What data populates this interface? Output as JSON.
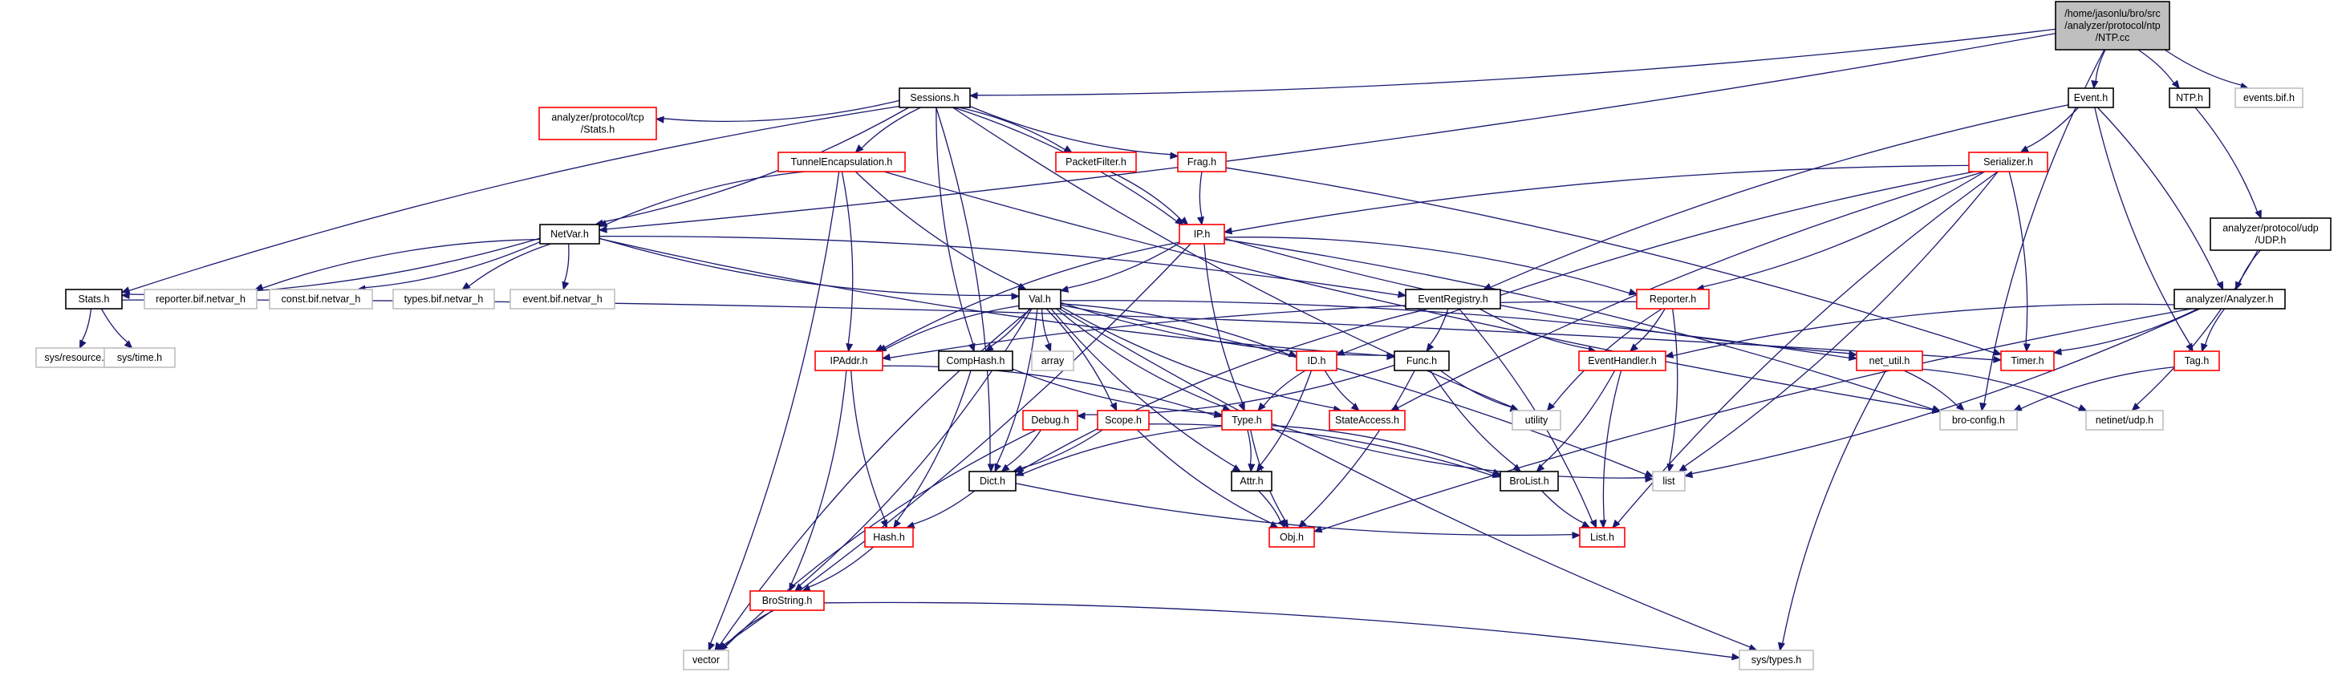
{
  "colors": {
    "edge": "#191970",
    "root_fill": "#bfbfbf",
    "root_border": "#000000",
    "normal_border": "#000000",
    "incomplete_border": "#ff0000",
    "system_border": "#bfbfbf",
    "node_fill": "#ffffff"
  },
  "nodes": [
    {
      "id": "ntp_cc",
      "kind": "root",
      "lines": [
        "/home/jasonlu/bro/src",
        "/analyzer/protocol/ntp",
        "/NTP.cc"
      ]
    },
    {
      "id": "sessions_h",
      "kind": "normal",
      "lines": [
        "Sessions.h"
      ]
    },
    {
      "id": "event_h",
      "kind": "normal",
      "lines": [
        "Event.h"
      ]
    },
    {
      "id": "ntp_h",
      "kind": "normal",
      "lines": [
        "NTP.h"
      ]
    },
    {
      "id": "events_bif_h",
      "kind": "system",
      "lines": [
        "events.bif.h"
      ]
    },
    {
      "id": "tcp_stats_h",
      "kind": "incomplete",
      "lines": [
        "analyzer/protocol/tcp",
        "/Stats.h"
      ]
    },
    {
      "id": "tunnelencap_h",
      "kind": "incomplete",
      "lines": [
        "TunnelEncapsulation.h"
      ]
    },
    {
      "id": "packetfilter_h",
      "kind": "incomplete",
      "lines": [
        "PacketFilter.h"
      ]
    },
    {
      "id": "frag_h",
      "kind": "incomplete",
      "lines": [
        "Frag.h"
      ]
    },
    {
      "id": "serializer_h",
      "kind": "incomplete",
      "lines": [
        "Serializer.h"
      ]
    },
    {
      "id": "udp_h",
      "kind": "normal",
      "lines": [
        "analyzer/protocol/udp",
        "/UDP.h"
      ]
    },
    {
      "id": "netvar_h",
      "kind": "normal",
      "lines": [
        "NetVar.h"
      ]
    },
    {
      "id": "ip_h",
      "kind": "incomplete",
      "lines": [
        "IP.h"
      ]
    },
    {
      "id": "analyzer_h",
      "kind": "normal",
      "lines": [
        "analyzer/Analyzer.h"
      ]
    },
    {
      "id": "stats_h",
      "kind": "normal",
      "lines": [
        "Stats.h"
      ]
    },
    {
      "id": "reporter_bif_h",
      "kind": "system",
      "lines": [
        "reporter.bif.netvar_h"
      ]
    },
    {
      "id": "const_bif_h",
      "kind": "system",
      "lines": [
        "const.bif.netvar_h"
      ]
    },
    {
      "id": "types_bif_h",
      "kind": "system",
      "lines": [
        "types.bif.netvar_h"
      ]
    },
    {
      "id": "event_bif_h",
      "kind": "system",
      "lines": [
        "event.bif.netvar_h"
      ]
    },
    {
      "id": "val_h",
      "kind": "normal",
      "lines": [
        "Val.h"
      ]
    },
    {
      "id": "eventregistry_h",
      "kind": "normal",
      "lines": [
        "EventRegistry.h"
      ]
    },
    {
      "id": "reporter_h",
      "kind": "incomplete",
      "lines": [
        "Reporter.h"
      ]
    },
    {
      "id": "sys_resource_h",
      "kind": "system",
      "lines": [
        "sys/resource.h"
      ]
    },
    {
      "id": "sys_time_h",
      "kind": "system",
      "lines": [
        "sys/time.h"
      ]
    },
    {
      "id": "ipaddr_h",
      "kind": "incomplete",
      "lines": [
        "IPAddr.h"
      ]
    },
    {
      "id": "comphash_h",
      "kind": "normal",
      "lines": [
        "CompHash.h"
      ]
    },
    {
      "id": "array",
      "kind": "system",
      "lines": [
        "array"
      ]
    },
    {
      "id": "id_h",
      "kind": "incomplete",
      "lines": [
        "ID.h"
      ]
    },
    {
      "id": "func_h",
      "kind": "normal",
      "lines": [
        "Func.h"
      ]
    },
    {
      "id": "eventhandler_h",
      "kind": "incomplete",
      "lines": [
        "EventHandler.h"
      ]
    },
    {
      "id": "timer_h",
      "kind": "incomplete",
      "lines": [
        "Timer.h"
      ]
    },
    {
      "id": "net_util_h",
      "kind": "incomplete",
      "lines": [
        "net_util.h"
      ]
    },
    {
      "id": "tag_h",
      "kind": "incomplete",
      "lines": [
        "Tag.h"
      ]
    },
    {
      "id": "debug_h",
      "kind": "incomplete",
      "lines": [
        "Debug.h"
      ]
    },
    {
      "id": "scope_h",
      "kind": "incomplete",
      "lines": [
        "Scope.h"
      ]
    },
    {
      "id": "type_h",
      "kind": "incomplete",
      "lines": [
        "Type.h"
      ]
    },
    {
      "id": "stateaccess_h",
      "kind": "incomplete",
      "lines": [
        "StateAccess.h"
      ]
    },
    {
      "id": "utility",
      "kind": "system",
      "lines": [
        "utility"
      ]
    },
    {
      "id": "bro_config_h",
      "kind": "system",
      "lines": [
        "bro-config.h"
      ]
    },
    {
      "id": "netinet_udp_h",
      "kind": "system",
      "lines": [
        "netinet/udp.h"
      ]
    },
    {
      "id": "dict_h",
      "kind": "normal",
      "lines": [
        "Dict.h"
      ]
    },
    {
      "id": "attr_h",
      "kind": "normal",
      "lines": [
        "Attr.h"
      ]
    },
    {
      "id": "brolist_h",
      "kind": "normal",
      "lines": [
        "BroList.h"
      ]
    },
    {
      "id": "list",
      "kind": "system",
      "lines": [
        "list"
      ]
    },
    {
      "id": "hash_h",
      "kind": "incomplete",
      "lines": [
        "Hash.h"
      ]
    },
    {
      "id": "obj_h",
      "kind": "incomplete",
      "lines": [
        "Obj.h"
      ]
    },
    {
      "id": "list_h",
      "kind": "incomplete",
      "lines": [
        "List.h"
      ]
    },
    {
      "id": "brostring_h",
      "kind": "incomplete",
      "lines": [
        "BroString.h"
      ]
    },
    {
      "id": "vector",
      "kind": "system",
      "lines": [
        "vector"
      ]
    },
    {
      "id": "sys_types_h",
      "kind": "system",
      "lines": [
        "sys/types.h"
      ]
    }
  ],
  "edges": [
    [
      "ntp_cc",
      "sessions_h"
    ],
    [
      "ntp_cc",
      "event_h"
    ],
    [
      "ntp_cc",
      "ntp_h"
    ],
    [
      "ntp_cc",
      "events_bif_h"
    ],
    [
      "ntp_cc",
      "netvar_h"
    ],
    [
      "ntp_cc",
      "bro_config_h"
    ],
    [
      "sessions_h",
      "tcp_stats_h"
    ],
    [
      "sessions_h",
      "tunnelencap_h"
    ],
    [
      "sessions_h",
      "packetfilter_h"
    ],
    [
      "sessions_h",
      "frag_h"
    ],
    [
      "sessions_h",
      "netvar_h"
    ],
    [
      "sessions_h",
      "stats_h"
    ],
    [
      "sessions_h",
      "ip_h"
    ],
    [
      "sessions_h",
      "comphash_h"
    ],
    [
      "sessions_h",
      "dict_h"
    ],
    [
      "sessions_h",
      "utility"
    ],
    [
      "event_h",
      "serializer_h"
    ],
    [
      "event_h",
      "eventregistry_h"
    ],
    [
      "event_h",
      "analyzer_h"
    ],
    [
      "event_h",
      "tag_h"
    ],
    [
      "ntp_h",
      "udp_h"
    ],
    [
      "udp_h",
      "analyzer_h"
    ],
    [
      "udp_h",
      "netinet_udp_h"
    ],
    [
      "tunnelencap_h",
      "netvar_h"
    ],
    [
      "tunnelencap_h",
      "ipaddr_h"
    ],
    [
      "tunnelencap_h",
      "val_h"
    ],
    [
      "tunnelencap_h",
      "vector"
    ],
    [
      "tunnelencap_h",
      "bro_config_h"
    ],
    [
      "packetfilter_h",
      "ip_h"
    ],
    [
      "frag_h",
      "ip_h"
    ],
    [
      "frag_h",
      "timer_h"
    ],
    [
      "serializer_h",
      "ip_h"
    ],
    [
      "serializer_h",
      "reporter_h"
    ],
    [
      "serializer_h",
      "id_h"
    ],
    [
      "serializer_h",
      "timer_h"
    ],
    [
      "serializer_h",
      "stateaccess_h"
    ],
    [
      "serializer_h",
      "list"
    ],
    [
      "serializer_h",
      "list_h"
    ],
    [
      "netvar_h",
      "stats_h"
    ],
    [
      "netvar_h",
      "reporter_bif_h"
    ],
    [
      "netvar_h",
      "const_bif_h"
    ],
    [
      "netvar_h",
      "types_bif_h"
    ],
    [
      "netvar_h",
      "event_bif_h"
    ],
    [
      "netvar_h",
      "val_h"
    ],
    [
      "netvar_h",
      "eventregistry_h"
    ],
    [
      "netvar_h",
      "func_h"
    ],
    [
      "ip_h",
      "val_h"
    ],
    [
      "ip_h",
      "ipaddr_h"
    ],
    [
      "ip_h",
      "reporter_h"
    ],
    [
      "ip_h",
      "type_h"
    ],
    [
      "ip_h",
      "vector"
    ],
    [
      "ip_h",
      "net_util_h"
    ],
    [
      "ip_h",
      "bro_config_h"
    ],
    [
      "analyzer_h",
      "tag_h"
    ],
    [
      "analyzer_h",
      "timer_h"
    ],
    [
      "analyzer_h",
      "eventhandler_h"
    ],
    [
      "analyzer_h",
      "list"
    ],
    [
      "analyzer_h",
      "obj_h"
    ],
    [
      "stats_h",
      "sys_resource_h"
    ],
    [
      "stats_h",
      "sys_time_h"
    ],
    [
      "stats_h",
      "timer_h"
    ],
    [
      "val_h",
      "ipaddr_h"
    ],
    [
      "val_h",
      "comphash_h"
    ],
    [
      "val_h",
      "array"
    ],
    [
      "val_h",
      "id_h"
    ],
    [
      "val_h",
      "func_h"
    ],
    [
      "val_h",
      "scope_h"
    ],
    [
      "val_h",
      "type_h"
    ],
    [
      "val_h",
      "dict_h"
    ],
    [
      "val_h",
      "attr_h"
    ],
    [
      "val_h",
      "brostring_h"
    ],
    [
      "val_h",
      "vector"
    ],
    [
      "val_h",
      "list"
    ],
    [
      "val_h",
      "stateaccess_h"
    ],
    [
      "val_h",
      "net_util_h"
    ],
    [
      "val_h",
      "sys_types_h"
    ],
    [
      "eventregistry_h",
      "func_h"
    ],
    [
      "eventregistry_h",
      "eventhandler_h"
    ],
    [
      "eventregistry_h",
      "list_h"
    ],
    [
      "eventregistry_h",
      "dict_h"
    ],
    [
      "reporter_h",
      "eventhandler_h"
    ],
    [
      "reporter_h",
      "utility"
    ],
    [
      "reporter_h",
      "list"
    ],
    [
      "reporter_h",
      "ipaddr_h"
    ],
    [
      "ipaddr_h",
      "type_h"
    ],
    [
      "ipaddr_h",
      "hash_h"
    ],
    [
      "ipaddr_h",
      "brostring_h"
    ],
    [
      "comphash_h",
      "type_h"
    ],
    [
      "comphash_h",
      "hash_h"
    ],
    [
      "id_h",
      "type_h"
    ],
    [
      "id_h",
      "attr_h"
    ],
    [
      "id_h",
      "stateaccess_h"
    ],
    [
      "func_h",
      "debug_h"
    ],
    [
      "func_h",
      "brolist_h"
    ],
    [
      "func_h",
      "obj_h"
    ],
    [
      "func_h",
      "utility"
    ],
    [
      "eventhandler_h",
      "brolist_h"
    ],
    [
      "eventhandler_h",
      "list_h"
    ],
    [
      "net_util_h",
      "bro_config_h"
    ],
    [
      "net_util_h",
      "sys_types_h"
    ],
    [
      "net_util_h",
      "netinet_udp_h"
    ],
    [
      "tag_h",
      "bro_config_h"
    ],
    [
      "debug_h",
      "dict_h"
    ],
    [
      "debug_h",
      "vector"
    ],
    [
      "scope_h",
      "dict_h"
    ],
    [
      "scope_h",
      "obj_h"
    ],
    [
      "scope_h",
      "brolist_h"
    ],
    [
      "type_h",
      "dict_h"
    ],
    [
      "type_h",
      "attr_h"
    ],
    [
      "type_h",
      "obj_h"
    ],
    [
      "type_h",
      "brolist_h"
    ],
    [
      "type_h",
      "list"
    ],
    [
      "dict_h",
      "hash_h"
    ],
    [
      "dict_h",
      "list_h"
    ],
    [
      "attr_h",
      "obj_h"
    ],
    [
      "brolist_h",
      "list_h"
    ],
    [
      "hash_h",
      "brostring_h"
    ],
    [
      "brostring_h",
      "vector"
    ],
    [
      "brostring_h",
      "sys_types_h"
    ]
  ]
}
